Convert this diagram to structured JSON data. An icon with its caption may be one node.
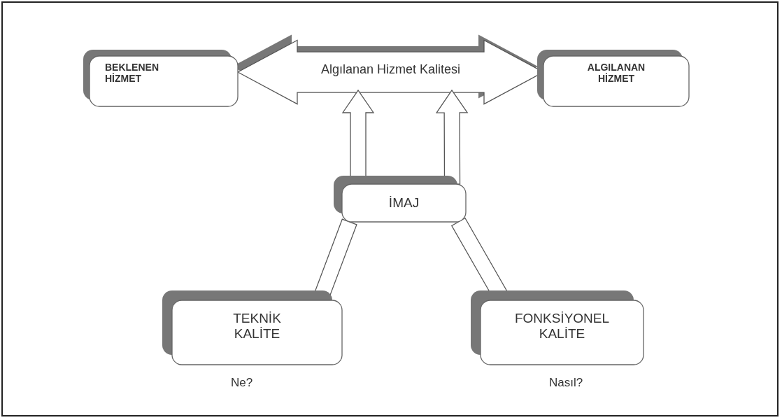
{
  "diagram": {
    "nodes": [
      {
        "text": [
          "BEKLENEN HİZMET"
        ]
      },
      {
        "text": [
          "ALGILANAN HİZMET"
        ]
      },
      {
        "text": [
          "İMAJ"
        ]
      },
      {
        "text": [
          "TEKNİK KALİTE"
        ],
        "beside": [
          "Ne?"
        ]
      },
      {
        "text": [
          "FONKSİYONEL KALİTE"
        ],
        "beside": [
          "Nasıl?"
        ]
      }
    ],
    "edges": [
      {
        "from": 0,
        "to": 1,
        "arrow": "both",
        "label": "Algılanan Hizmet Kalitesi"
      },
      {
        "from": 2,
        "to": null,
        "arrow": "to"
      },
      {
        "from": 2,
        "to": null,
        "arrow": "to"
      },
      {
        "from": 3,
        "to": 2,
        "arrow": "none"
      },
      {
        "from": 4,
        "to": 2,
        "arrow": "none"
      }
    ]
  }
}
